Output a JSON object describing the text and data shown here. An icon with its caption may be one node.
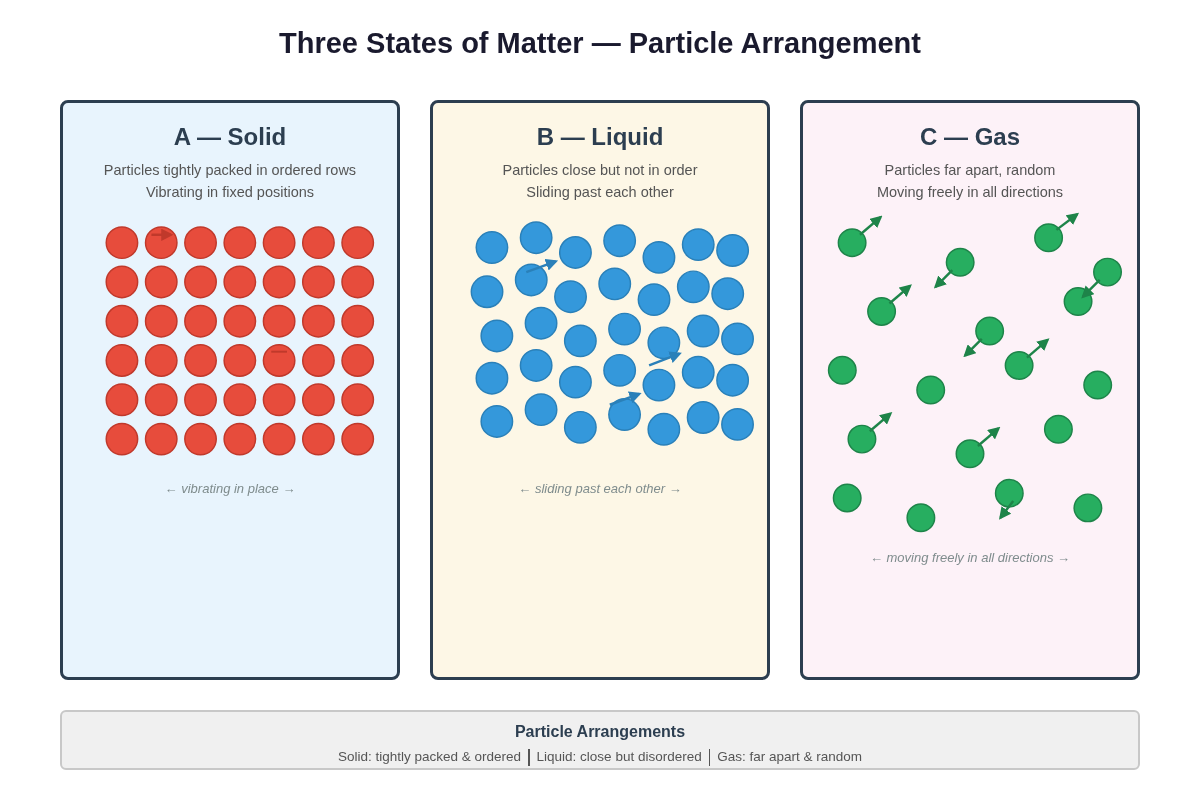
{
  "diagram": {
    "title": "Three States of Matter — Particle Arrangement",
    "nodes": [
      {
        "text": [
          "A — Solid",
          "Particles tightly packed in ordered rows",
          "Vibrating in fixed positions",
          "← vibrating in place →"
        ]
      },
      {
        "text": [
          "B — Liquid",
          "Particles close but not in order",
          "Sliding past each other",
          "← sliding past each other →"
        ]
      },
      {
        "text": [
          "C — Gas",
          "Particles far apart, random",
          "Moving freely in all directions",
          "← moving freely in all directions →"
        ]
      },
      {
        "text": [
          "Particle Arrangements",
          "Solid: tightly packed & ordered",
          "Liquid: close but disordered",
          "Gas: far apart & random"
        ]
      }
    ],
    "edges": []
  }
}
